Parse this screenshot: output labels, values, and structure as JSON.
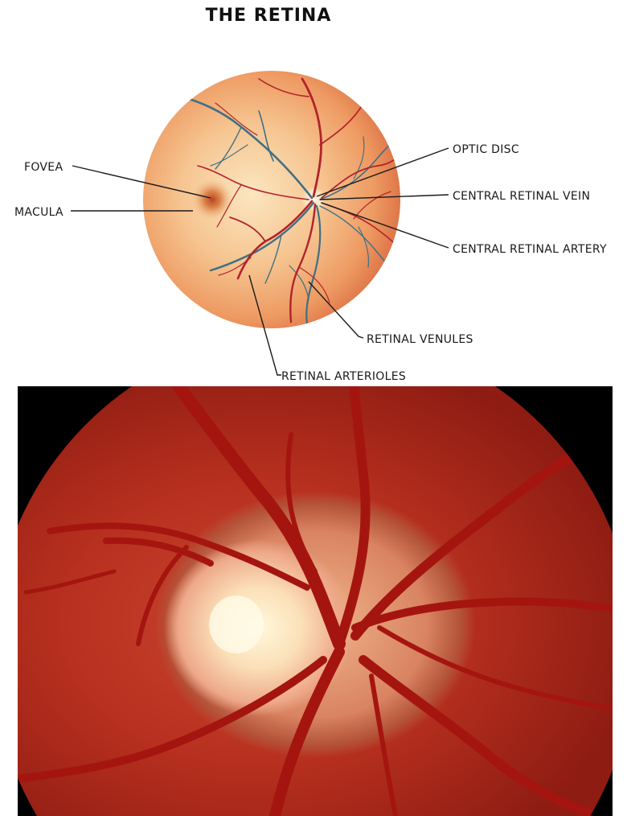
{
  "title": "THE RETINA",
  "labels": {
    "fovea": "FOVEA",
    "macula": "MACULA",
    "optic_disc": "OPTIC DISC",
    "central_retinal_vein": "CENTRAL RETINAL VEIN",
    "central_retinal_artery": "CENTRAL RETINAL ARTERY",
    "retinal_venules": "RETINAL VENULES",
    "retinal_arterioles": "RETINAL ARTERIOLES"
  },
  "colors": {
    "text": "#1a1a1a",
    "retina_center": "#f7d9a6",
    "retina_edge": "#e07a4e",
    "artery": "#b3232b",
    "vein": "#3f6f84",
    "fundus_background": "#000000",
    "fundus_red": "#b8291c"
  }
}
